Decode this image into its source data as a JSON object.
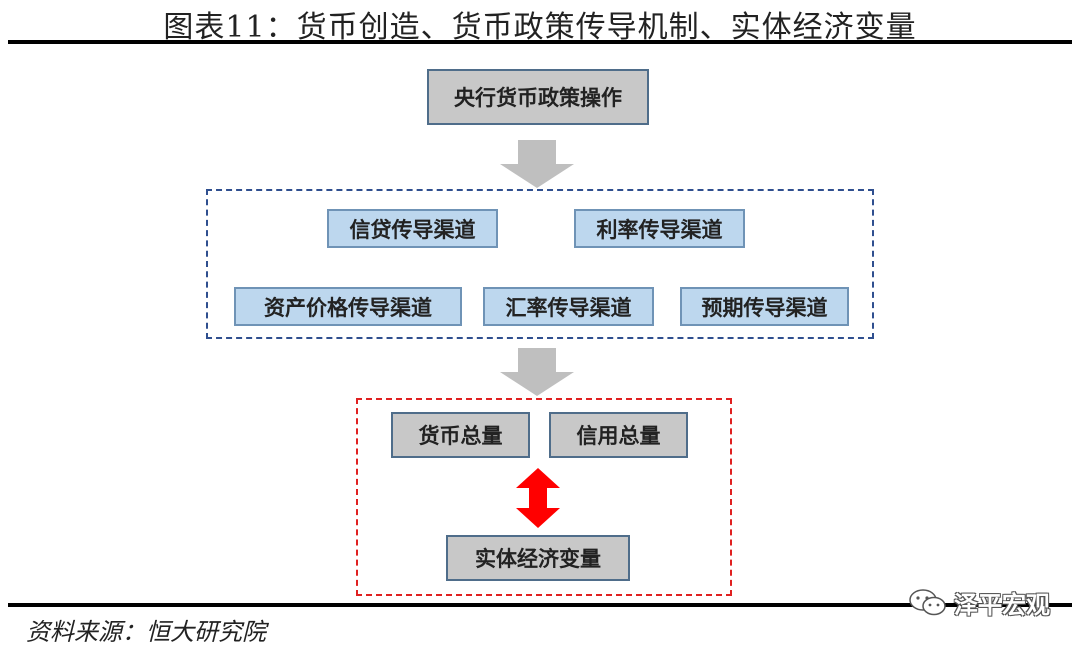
{
  "title": "图表11：货币创造、货币政策传导机制、实体经济变量",
  "nodes": {
    "central_bank": "央行货币政策操作",
    "credit_channel": "信贷传导渠道",
    "interest_channel": "利率传导渠道",
    "asset_price_channel": "资产价格传导渠道",
    "exchange_channel": "汇率传导渠道",
    "expectation_channel": "预期传导渠道",
    "money_supply": "货币总量",
    "credit_supply": "信用总量",
    "real_economy": "实体经济变量"
  },
  "source": "资料来源：恒大研究院",
  "watermark": "泽平宏观",
  "colors": {
    "gray_box": "#c8c8c8",
    "blue_box": "#bdd7ee",
    "blue_dash": "#2f4f8f",
    "red_dash": "#e02020",
    "arrow_gray": "#bfbfbf",
    "arrow_red": "#ff0000"
  }
}
